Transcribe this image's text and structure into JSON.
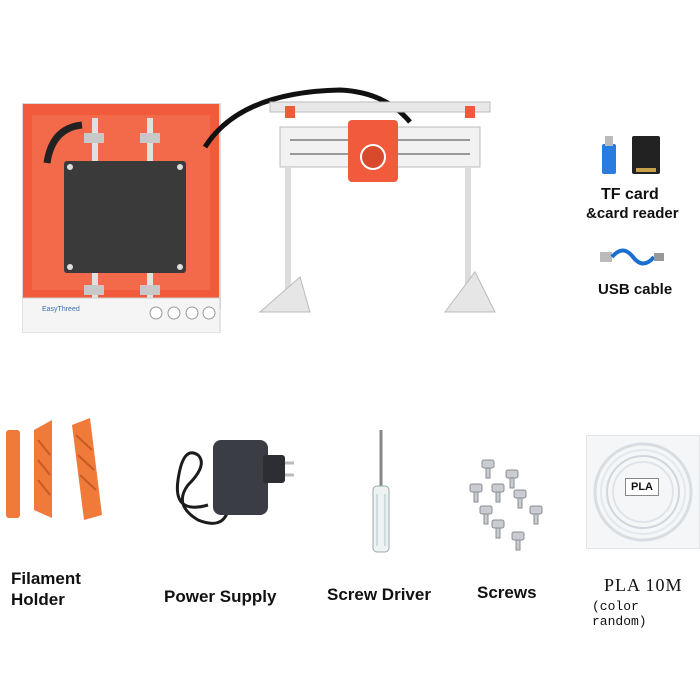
{
  "printer": {
    "brand_label": "EasyThreed"
  },
  "accessories_top": {
    "tf_card": {
      "label_line1": "TF card",
      "label_line2": "&card reader"
    },
    "usb": {
      "label": "USB cable"
    }
  },
  "items": [
    {
      "id": "filament-holder",
      "label_line1": "Filament",
      "label_line2": "Holder"
    },
    {
      "id": "power-supply",
      "label": "Power Supply"
    },
    {
      "id": "screw-driver",
      "label": "Screw Driver"
    },
    {
      "id": "screws",
      "label": "Screws"
    },
    {
      "id": "pla",
      "box_label": "PLA",
      "label_line1": "PLA 10M",
      "label_line2": "(color random)"
    }
  ],
  "colors": {
    "printer_orange": "#f15a3a",
    "bed_dark": "#3a3a3a",
    "holder_orange": "#f07a3a",
    "cable_blue": "#1a6ecf"
  }
}
